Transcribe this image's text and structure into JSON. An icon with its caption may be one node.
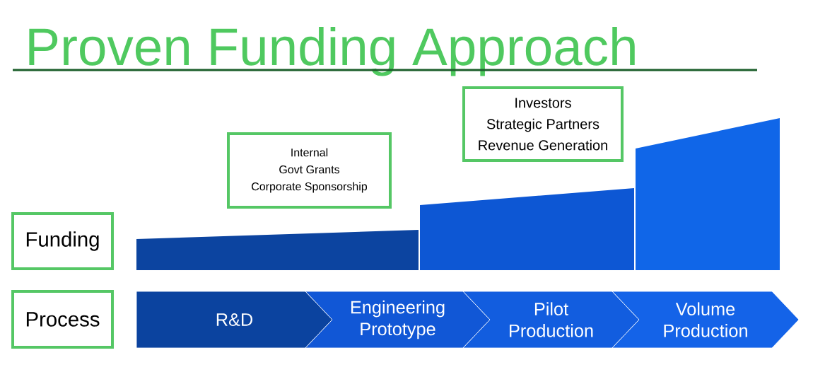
{
  "diagram": {
    "title": "Proven Funding Approach",
    "nodes": [
      {
        "text": [
          "Funding"
        ]
      },
      {
        "text": [
          "Process"
        ]
      },
      {
        "text": [
          "Internal",
          "Govt Grants",
          "Corporate Sponsorship"
        ]
      },
      {
        "text": [
          "Investors",
          "Strategic Partners",
          "Revenue Generation"
        ]
      },
      {
        "text": [
          "R&D"
        ]
      },
      {
        "text": [
          "Engineering Prototype"
        ]
      },
      {
        "text": [
          "Pilot Production"
        ]
      },
      {
        "text": [
          "Volume Production"
        ]
      },
      {
        "text": [],
        "shape": "bar"
      },
      {
        "text": [],
        "shape": "bar"
      },
      {
        "text": [],
        "shape": "bar"
      }
    ],
    "edges": []
  }
}
